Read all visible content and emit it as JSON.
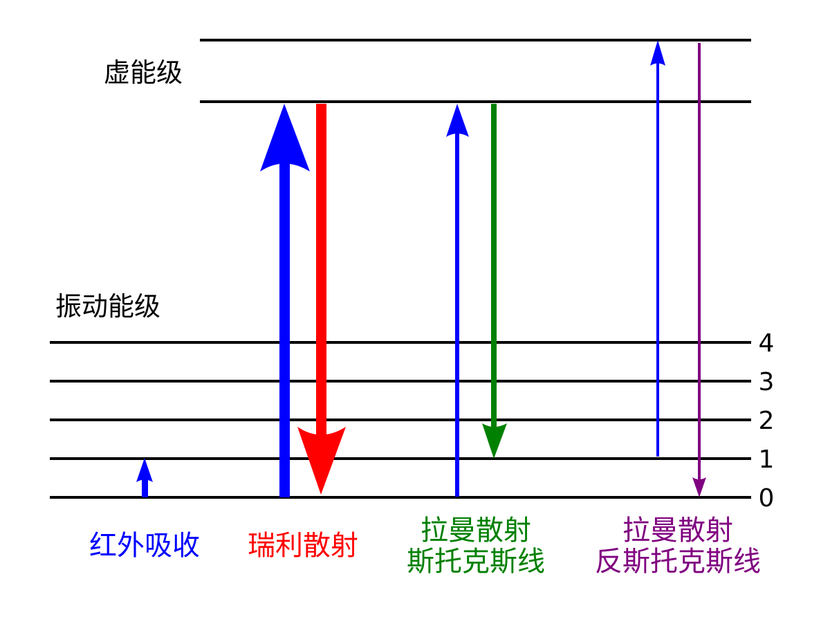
{
  "labels": {
    "virtual_levels": "虚能级",
    "vibrational_levels": "振动能级"
  },
  "level_numbers": [
    "0",
    "1",
    "2",
    "3",
    "4"
  ],
  "processes": {
    "infrared": {
      "label": "红外吸收",
      "color": "#0000ff"
    },
    "rayleigh": {
      "label": "瑞利散射",
      "color": "#ff0000"
    },
    "stokes": {
      "line1": "拉曼散射",
      "line2": "斯托克斯线",
      "color": "#008000"
    },
    "anti_stokes": {
      "line1": "拉曼散射",
      "line2": "反斯托克斯线",
      "color": "#800080"
    }
  },
  "colors": {
    "absorption": "#0000ff",
    "line": "#000000"
  }
}
